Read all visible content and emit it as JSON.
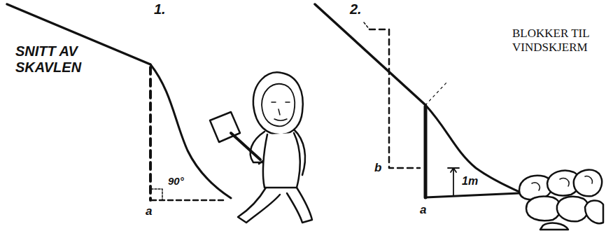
{
  "diagram": {
    "labels": [
      "1.",
      "SNITT AV SKAVLEN",
      "90°",
      "a",
      "2.",
      "BLOKKER TIL VINDSKJERM",
      "b",
      "1m",
      "a"
    ]
  }
}
